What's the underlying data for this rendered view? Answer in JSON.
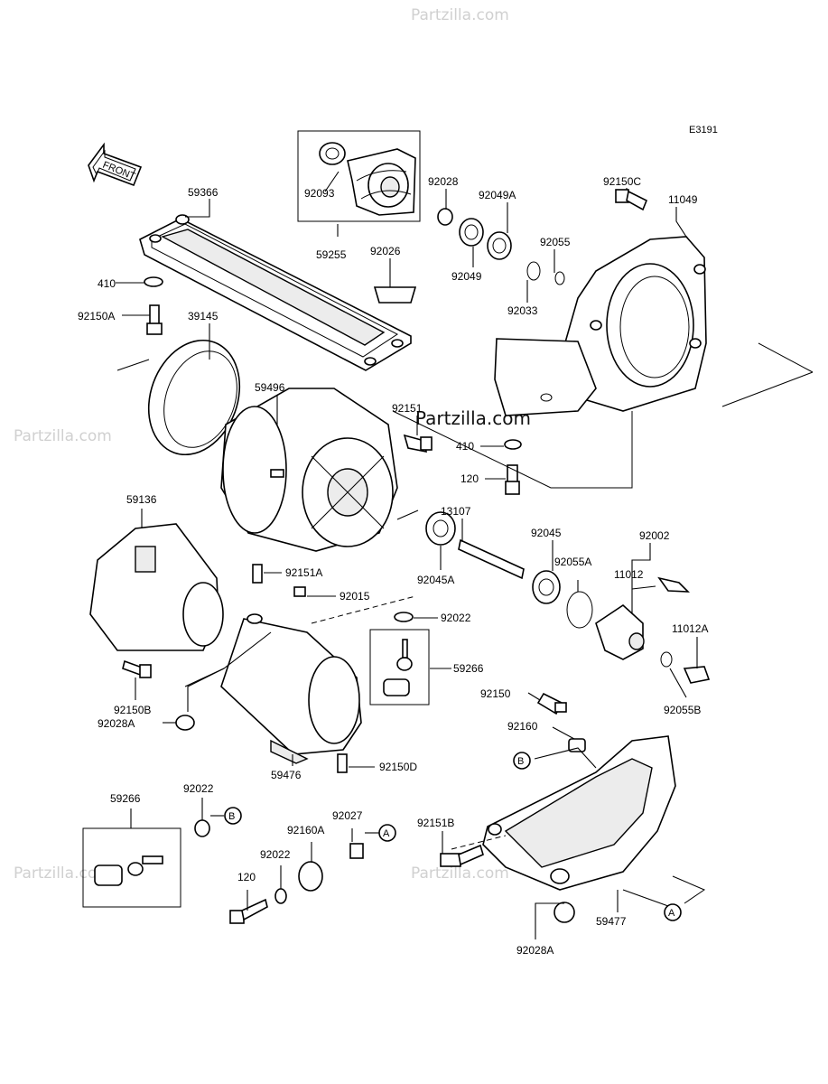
{
  "diagram": {
    "code": "E3191",
    "front_label": "FRONT",
    "watermark": "Partzilla.com",
    "watermark_center": "Partzilla.com",
    "callouts": [
      "A",
      "B"
    ],
    "parts": {
      "p59366": "59366",
      "p410a": "410",
      "p92150A": "92150A",
      "p39145": "39145",
      "p59496": "59496",
      "p92093": "92093",
      "p59255": "59255",
      "p92026": "92026",
      "p92028": "92028",
      "p92049A": "92049A",
      "p92049": "92049",
      "p92055": "92055",
      "p92033": "92033",
      "p92150C": "92150C",
      "p11049": "11049",
      "p92151": "92151",
      "p410b": "410",
      "p120a": "120",
      "p13107": "13107",
      "p92045": "92045",
      "p92045A": "92045A",
      "p92055A": "92055A",
      "p92002": "92002",
      "p11012": "11012",
      "p11012A": "11012A",
      "p92055B": "92055B",
      "p59136": "59136",
      "p92151A": "92151A",
      "p92015": "92015",
      "p92022a": "92022",
      "p59266a": "59266",
      "p92150B": "92150B",
      "p92028A": "92028A",
      "p59476": "59476",
      "p92150D": "92150D",
      "p92150": "92150",
      "p92160": "92160",
      "p59266b": "59266",
      "p92022b": "92022",
      "p92160A": "92160A",
      "p92027": "92027",
      "p92022c": "92022",
      "p120b": "120",
      "p92151B": "92151B",
      "p59477": "59477",
      "p92028A2": "92028A"
    }
  }
}
